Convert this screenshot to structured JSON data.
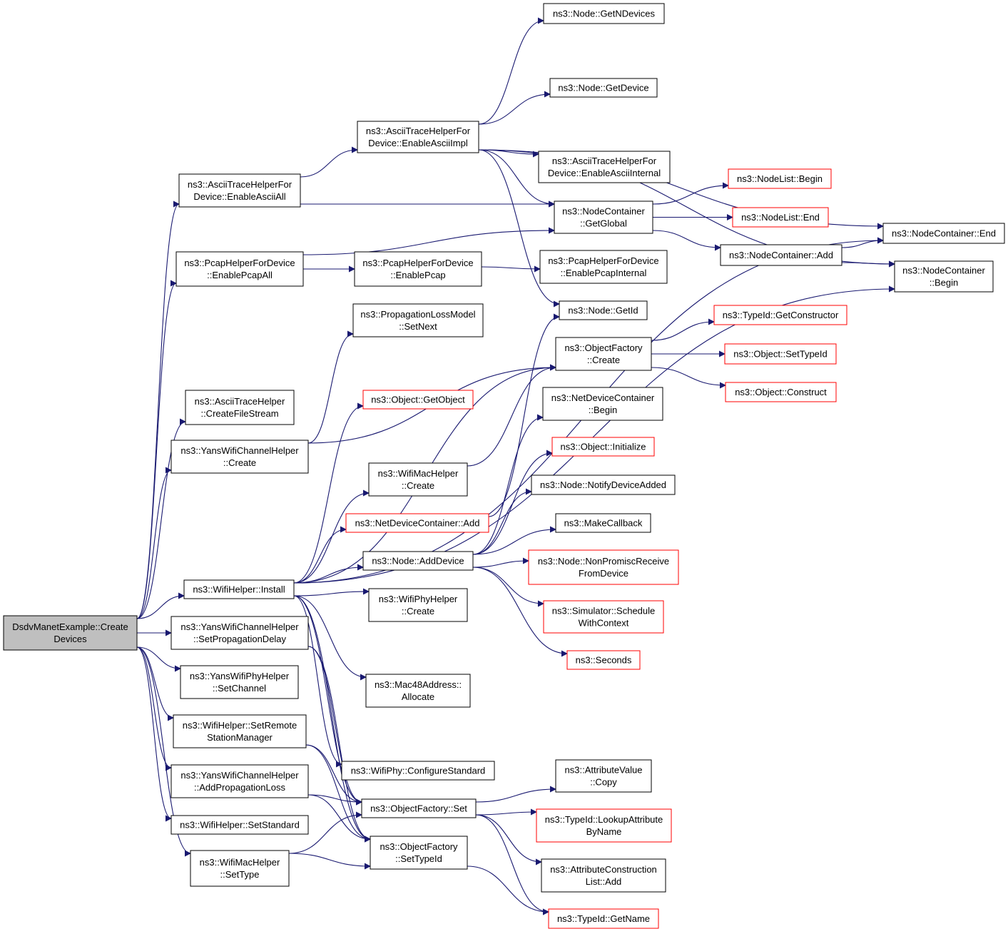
{
  "graph": {
    "title": "",
    "colors": {
      "edge": "#191970",
      "border": "#000000",
      "undocumented_border": "#ff0000",
      "root_fill": "#bfbfbf"
    },
    "nodes": [
      {
        "id": "root",
        "lines": [
          "DsdvManetExample::Create",
          "Devices"
        ],
        "style": "root"
      },
      {
        "id": "ascii_all",
        "lines": [
          "ns3::AsciiTraceHelperFor",
          "Device::EnableAsciiAll"
        ]
      },
      {
        "id": "pcap_all",
        "lines": [
          "ns3::PcapHelperForDevice",
          "::EnablePcapAll"
        ]
      },
      {
        "id": "create_stream",
        "lines": [
          "ns3::AsciiTraceHelper",
          "::CreateFileStream"
        ]
      },
      {
        "id": "yans_chan_create",
        "lines": [
          "ns3::YansWifiChannelHelper",
          "::Create"
        ]
      },
      {
        "id": "wifi_install",
        "lines": [
          "ns3::WifiHelper::Install"
        ]
      },
      {
        "id": "set_prop_delay",
        "lines": [
          "ns3::YansWifiChannelHelper",
          "::SetPropagationDelay"
        ]
      },
      {
        "id": "set_channel",
        "lines": [
          "ns3::YansWifiPhyHelper",
          "::SetChannel"
        ]
      },
      {
        "id": "set_remote",
        "lines": [
          "ns3::WifiHelper::SetRemote",
          "StationManager"
        ]
      },
      {
        "id": "add_prop_loss",
        "lines": [
          "ns3::YansWifiChannelHelper",
          "::AddPropagationLoss"
        ]
      },
      {
        "id": "set_standard",
        "lines": [
          "ns3::WifiHelper::SetStandard"
        ]
      },
      {
        "id": "mac_set_type",
        "lines": [
          "ns3::WifiMacHelper",
          "::SetType"
        ]
      },
      {
        "id": "ascii_impl",
        "lines": [
          "ns3::AsciiTraceHelperFor",
          "Device::EnableAsciiImpl"
        ]
      },
      {
        "id": "enable_pcap",
        "lines": [
          "ns3::PcapHelperForDevice",
          "::EnablePcap"
        ]
      },
      {
        "id": "prop_set_next",
        "lines": [
          "ns3::PropagationLossModel",
          "::SetNext"
        ]
      },
      {
        "id": "get_object",
        "lines": [
          "ns3::Object::GetObject"
        ],
        "style": "red"
      },
      {
        "id": "mac_create",
        "lines": [
          "ns3::WifiMacHelper",
          "::Create"
        ]
      },
      {
        "id": "ndc_add",
        "lines": [
          "ns3::NetDeviceContainer::Add"
        ],
        "style": "red"
      },
      {
        "id": "node_add_device",
        "lines": [
          "ns3::Node::AddDevice"
        ]
      },
      {
        "id": "phy_create",
        "lines": [
          "ns3::WifiPhyHelper",
          "::Create"
        ]
      },
      {
        "id": "mac48_alloc",
        "lines": [
          "ns3::Mac48Address::",
          "Allocate"
        ]
      },
      {
        "id": "phy_config_std",
        "lines": [
          "ns3::WifiPhy::ConfigureStandard"
        ]
      },
      {
        "id": "of_set",
        "lines": [
          "ns3::ObjectFactory::Set"
        ]
      },
      {
        "id": "of_set_typeid",
        "lines": [
          "ns3::ObjectFactory",
          "::SetTypeId"
        ]
      },
      {
        "id": "node_get_ndev",
        "lines": [
          "ns3::Node::GetNDevices"
        ]
      },
      {
        "id": "node_get_device",
        "lines": [
          "ns3::Node::GetDevice"
        ]
      },
      {
        "id": "ascii_internal",
        "lines": [
          "ns3::AsciiTraceHelperFor",
          "Device::EnableAsciiInternal"
        ]
      },
      {
        "id": "nc_get_global",
        "lines": [
          "ns3::NodeContainer",
          "::GetGlobal"
        ]
      },
      {
        "id": "pcap_internal",
        "lines": [
          "ns3::PcapHelperForDevice",
          "::EnablePcapInternal"
        ]
      },
      {
        "id": "node_get_id",
        "lines": [
          "ns3::Node::GetId"
        ]
      },
      {
        "id": "of_create",
        "lines": [
          "ns3::ObjectFactory",
          "::Create"
        ]
      },
      {
        "id": "ndc_begin",
        "lines": [
          "ns3::NetDeviceContainer",
          "::Begin"
        ]
      },
      {
        "id": "obj_init",
        "lines": [
          "ns3::Object::Initialize"
        ],
        "style": "red"
      },
      {
        "id": "node_notify",
        "lines": [
          "ns3::Node::NotifyDeviceAdded"
        ]
      },
      {
        "id": "make_callback",
        "lines": [
          "ns3::MakeCallback"
        ]
      },
      {
        "id": "node_nonpromisc",
        "lines": [
          "ns3::Node::NonPromiscReceive",
          "FromDevice"
        ],
        "style": "red"
      },
      {
        "id": "sim_schedule",
        "lines": [
          "ns3::Simulator::Schedule",
          "WithContext"
        ],
        "style": "red"
      },
      {
        "id": "seconds",
        "lines": [
          "ns3::Seconds"
        ],
        "style": "red"
      },
      {
        "id": "attr_copy",
        "lines": [
          "ns3::AttributeValue",
          "::Copy"
        ]
      },
      {
        "id": "tid_lookup",
        "lines": [
          "ns3::TypeId::LookupAttribute",
          "ByName"
        ],
        "style": "red"
      },
      {
        "id": "acl_add",
        "lines": [
          "ns3::AttributeConstruction",
          "List::Add"
        ]
      },
      {
        "id": "tid_get_name",
        "lines": [
          "ns3::TypeId::GetName"
        ],
        "style": "red"
      },
      {
        "id": "nl_begin",
        "lines": [
          "ns3::NodeList::Begin"
        ],
        "style": "red"
      },
      {
        "id": "nl_end",
        "lines": [
          "ns3::NodeList::End"
        ],
        "style": "red"
      },
      {
        "id": "nc_add",
        "lines": [
          "ns3::NodeContainer::Add"
        ]
      },
      {
        "id": "tid_get_ctor",
        "lines": [
          "ns3::TypeId::GetConstructor"
        ],
        "style": "red"
      },
      {
        "id": "obj_set_tid",
        "lines": [
          "ns3::Object::SetTypeId"
        ],
        "style": "red"
      },
      {
        "id": "obj_construct",
        "lines": [
          "ns3::Object::Construct"
        ],
        "style": "red"
      },
      {
        "id": "nc_end",
        "lines": [
          "ns3::NodeContainer::End"
        ]
      },
      {
        "id": "nc_begin",
        "lines": [
          "ns3::NodeContainer",
          "::Begin"
        ]
      }
    ],
    "edges": [
      [
        "root",
        "ascii_all"
      ],
      [
        "root",
        "pcap_all"
      ],
      [
        "root",
        "create_stream"
      ],
      [
        "root",
        "yans_chan_create"
      ],
      [
        "root",
        "wifi_install"
      ],
      [
        "root",
        "set_prop_delay"
      ],
      [
        "root",
        "set_channel"
      ],
      [
        "root",
        "set_remote"
      ],
      [
        "root",
        "add_prop_loss"
      ],
      [
        "root",
        "set_standard"
      ],
      [
        "root",
        "mac_set_type"
      ],
      [
        "ascii_all",
        "ascii_impl"
      ],
      [
        "ascii_all",
        "nc_get_global"
      ],
      [
        "pcap_all",
        "enable_pcap"
      ],
      [
        "pcap_all",
        "nc_get_global"
      ],
      [
        "yans_chan_create",
        "prop_set_next"
      ],
      [
        "yans_chan_create",
        "of_create"
      ],
      [
        "wifi_install",
        "get_object"
      ],
      [
        "wifi_install",
        "mac_create"
      ],
      [
        "wifi_install",
        "ndc_add"
      ],
      [
        "wifi_install",
        "node_add_device"
      ],
      [
        "wifi_install",
        "phy_create"
      ],
      [
        "wifi_install",
        "mac48_alloc"
      ],
      [
        "wifi_install",
        "phy_config_std"
      ],
      [
        "wifi_install",
        "of_create"
      ],
      [
        "wifi_install",
        "nc_end"
      ],
      [
        "wifi_install",
        "nc_begin"
      ],
      [
        "wifi_install",
        "of_set"
      ],
      [
        "wifi_install",
        "of_set_typeid"
      ],
      [
        "set_prop_delay",
        "of_set"
      ],
      [
        "set_prop_delay",
        "of_set_typeid"
      ],
      [
        "set_remote",
        "of_set"
      ],
      [
        "set_remote",
        "of_set_typeid"
      ],
      [
        "add_prop_loss",
        "of_set"
      ],
      [
        "add_prop_loss",
        "of_set_typeid"
      ],
      [
        "mac_set_type",
        "of_set"
      ],
      [
        "mac_set_type",
        "of_set_typeid"
      ],
      [
        "ascii_impl",
        "node_get_ndev"
      ],
      [
        "ascii_impl",
        "node_get_device"
      ],
      [
        "ascii_impl",
        "ascii_internal"
      ],
      [
        "ascii_impl",
        "nc_get_global"
      ],
      [
        "ascii_impl",
        "node_get_id"
      ],
      [
        "ascii_impl",
        "nc_end"
      ],
      [
        "ascii_impl",
        "nc_begin"
      ],
      [
        "enable_pcap",
        "pcap_internal"
      ],
      [
        "mac_create",
        "of_create"
      ],
      [
        "ndc_add",
        "node_get_id"
      ],
      [
        "node_add_device",
        "ndc_begin"
      ],
      [
        "node_add_device",
        "obj_init"
      ],
      [
        "node_add_device",
        "node_notify"
      ],
      [
        "node_add_device",
        "make_callback"
      ],
      [
        "node_add_device",
        "node_nonpromisc"
      ],
      [
        "node_add_device",
        "sim_schedule"
      ],
      [
        "node_add_device",
        "seconds"
      ],
      [
        "nc_get_global",
        "nl_begin"
      ],
      [
        "nc_get_global",
        "nl_end"
      ],
      [
        "nc_get_global",
        "nc_add"
      ],
      [
        "nc_add",
        "nc_end"
      ],
      [
        "nc_add",
        "nc_begin"
      ],
      [
        "of_create",
        "tid_get_ctor"
      ],
      [
        "of_create",
        "obj_set_tid"
      ],
      [
        "of_create",
        "obj_construct"
      ],
      [
        "of_set",
        "attr_copy"
      ],
      [
        "of_set",
        "tid_lookup"
      ],
      [
        "of_set",
        "acl_add"
      ],
      [
        "of_set",
        "tid_get_name"
      ],
      [
        "of_set_typeid",
        "tid_get_name"
      ]
    ]
  }
}
